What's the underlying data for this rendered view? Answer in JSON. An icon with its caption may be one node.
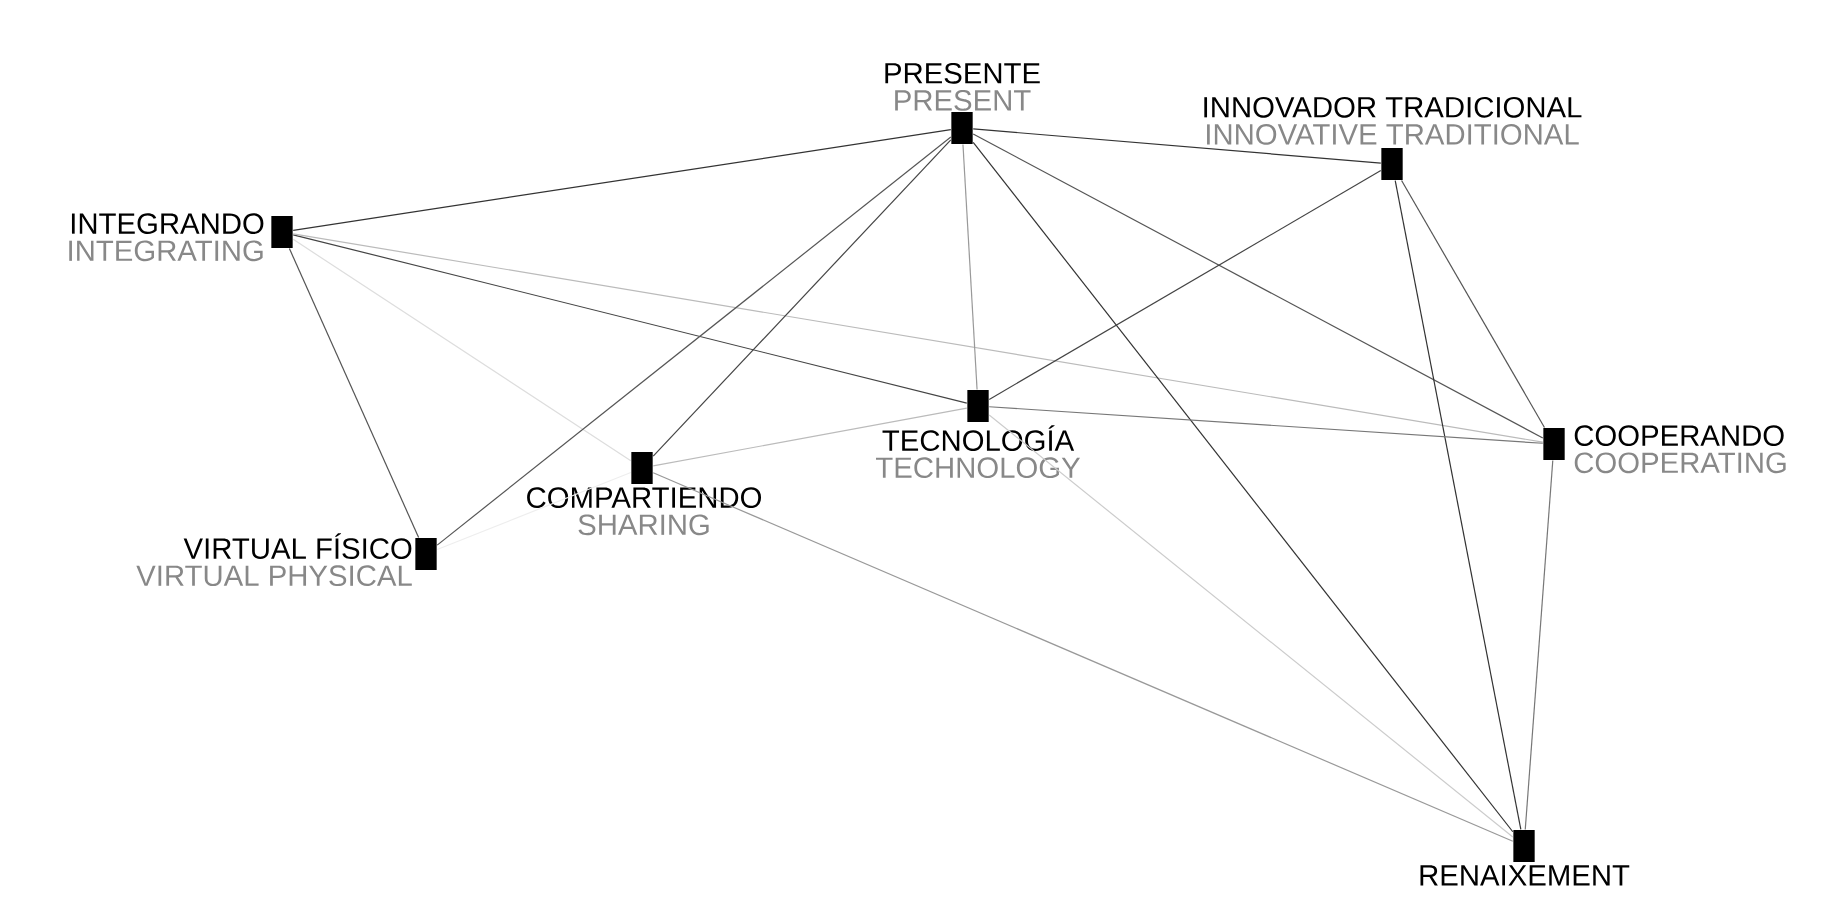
{
  "diagram": {
    "nodes": [
      {
        "text": [
          "PRESENTE",
          "PRESENT"
        ]
      },
      {
        "text": [
          "INNOVADOR TRADICIONAL",
          "INNOVATIVE TRADITIONAL"
        ]
      },
      {
        "text": [
          "INTEGRANDO",
          "INTEGRATING"
        ]
      },
      {
        "text": [
          "TECNOLOGÍA",
          "TECHNOLOGY"
        ]
      },
      {
        "text": [
          "COOPERANDO",
          "COOPERATING"
        ]
      },
      {
        "text": [
          "COMPARTIENDO",
          "SHARING"
        ]
      },
      {
        "text": [
          "VIRTUAL FÍSICO",
          "VIRTUAL PHYSICAL"
        ]
      },
      {
        "text": [
          "RENAIXEMENT"
        ]
      }
    ],
    "edges": [
      {
        "from": 2,
        "to": 0,
        "arrow": "none"
      },
      {
        "from": 0,
        "to": 1,
        "arrow": "none"
      },
      {
        "from": 2,
        "to": 6,
        "arrow": "none",
        "color": "#555555"
      },
      {
        "from": 2,
        "to": 3,
        "arrow": "none",
        "color": "#444444"
      },
      {
        "from": 2,
        "to": 4,
        "arrow": "none",
        "color": "#bbbbbb"
      },
      {
        "from": 2,
        "to": 5,
        "arrow": "none",
        "color": "#dddddd"
      },
      {
        "from": 0,
        "to": 6,
        "arrow": "none",
        "color": "#555555"
      },
      {
        "from": 0,
        "to": 5,
        "arrow": "none",
        "color": "#444444"
      },
      {
        "from": 0,
        "to": 3,
        "arrow": "none",
        "color": "#999999"
      },
      {
        "from": 0,
        "to": 7,
        "arrow": "none"
      },
      {
        "from": 0,
        "to": 4,
        "arrow": "none",
        "color": "#555555"
      },
      {
        "from": 1,
        "to": 3,
        "arrow": "none",
        "color": "#444444"
      },
      {
        "from": 1,
        "to": 4,
        "arrow": "none",
        "color": "#555555"
      },
      {
        "from": 1,
        "to": 7,
        "arrow": "none"
      },
      {
        "from": 3,
        "to": 4,
        "arrow": "none",
        "color": "#777777"
      },
      {
        "from": 5,
        "to": 3,
        "arrow": "none",
        "color": "#bbbbbb"
      },
      {
        "from": 6,
        "to": 5,
        "arrow": "none",
        "color": "#eeeeee"
      },
      {
        "from": 3,
        "to": 7,
        "arrow": "none",
        "color": "#cccccc"
      },
      {
        "from": 5,
        "to": 7,
        "arrow": "none",
        "color": "#999999"
      },
      {
        "from": 4,
        "to": 7,
        "arrow": "none",
        "color": "#777777"
      }
    ]
  }
}
